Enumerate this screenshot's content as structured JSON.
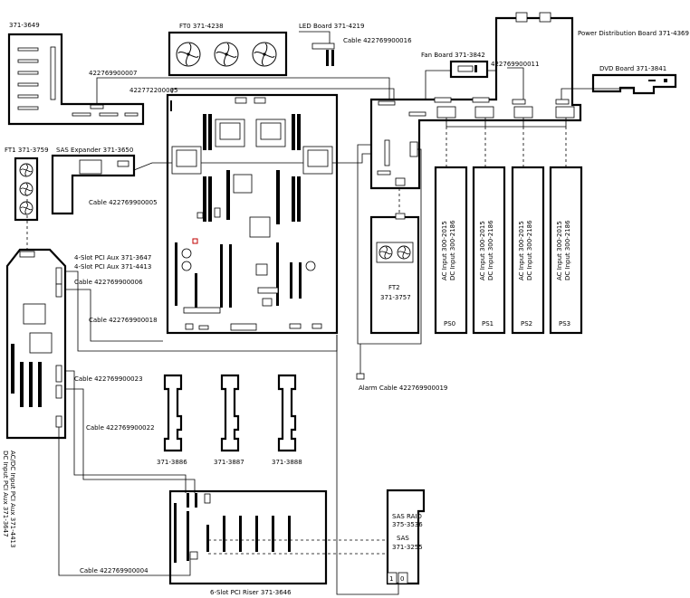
{
  "labels": {
    "top_left_part": "371-3649",
    "ft0": "FT0  371-4238",
    "led_board": "LED Board  371-4219",
    "cable_016": "Cable  422769900016",
    "power_dist": "Power Distribution Board  371-4369",
    "fan_board": "Fan Board 371-3842",
    "cable_011": "422769900011",
    "dvd_board": "DVD Board 371-3841",
    "cable_007": "422769900007",
    "cable_005a": "422772200005",
    "ft1": "FT1  371-3759",
    "sas_expander": "SAS Expander  371-3650",
    "cable_005b": "Cable  422769900005",
    "pci4_a": "4-Slot PCI Aux 371-3647",
    "pci4_b": "4-Slot PCI Aux 371-4413",
    "cable_006": "Cable  422769900006",
    "cable_018": "Cable  422769900018",
    "cable_023": "Cable  422769900023",
    "cable_022": "Cable  422769900022",
    "cable_004": "Cable  422769900004",
    "alarm_cable": "Alarm  Cable  422769900019",
    "ft2_name": "FT2",
    "ft2_part": "371-3757",
    "riser_a": "371-3886",
    "riser_b": "371-3887",
    "riser_c": "371-3888",
    "pci6_riser": "6-Slot PCI Riser 371-3646",
    "sas_raid_a": "SAS RAID",
    "sas_raid_b": "375-3536",
    "sas_a": "SAS",
    "sas_b": "371-3255",
    "port_1": "1",
    "port_0": "0",
    "dc_input_aux": "DC Input PCI Aux  371-3647",
    "acdc_input_aux": "AC/DC Input PCI Aux 371-4413"
  },
  "power_supplies": [
    {
      "name": "PS0",
      "ac": "AC Input 300-2015",
      "dc": "DC Input 300-2186"
    },
    {
      "name": "PS1",
      "ac": "AC Input 300-2015",
      "dc": "DC Input 300-2186"
    },
    {
      "name": "PS2",
      "ac": "AC Input 300-2015",
      "dc": "DC Input 300-2186"
    },
    {
      "name": "PS3",
      "ac": "AC Input 300-2015",
      "dc": "DC Input 300-2186"
    }
  ]
}
